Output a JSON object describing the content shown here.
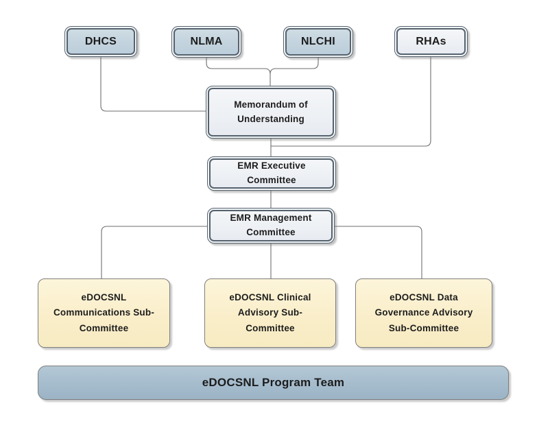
{
  "nodes": {
    "dhcs": {
      "label": "DHCS"
    },
    "nlma": {
      "label": "NLMA"
    },
    "nlchi": {
      "label": "NLCHI"
    },
    "rhas": {
      "label": "RHAs"
    },
    "mou": {
      "lines": [
        "Memorandum of",
        "Understanding"
      ]
    },
    "emr_executive": {
      "lines": [
        "EMR Executive",
        "Committee"
      ]
    },
    "emr_management": {
      "lines": [
        "EMR Management",
        "Committee"
      ]
    },
    "communications": {
      "lines": [
        "eDOCSNL",
        "Communications Sub-",
        "Committee"
      ]
    },
    "clinical": {
      "lines": [
        "eDOCSNL Clinical",
        "Advisory Sub-",
        "Committee"
      ]
    },
    "governance": {
      "lines": [
        "eDOCSNL Data",
        "Governance Advisory",
        "Sub-Committee"
      ]
    },
    "program_team": {
      "label": "eDOCSNL Program Team"
    }
  },
  "colors": {
    "blue_fill": "#c3d3de",
    "light_fill": "#edf0f4",
    "yellow_fill": "#faeeca",
    "bar_fill": "#a5bccd",
    "border_dark": "#55626d",
    "border_gray": "#7d7d7d",
    "connector": "#6e6e6e"
  }
}
